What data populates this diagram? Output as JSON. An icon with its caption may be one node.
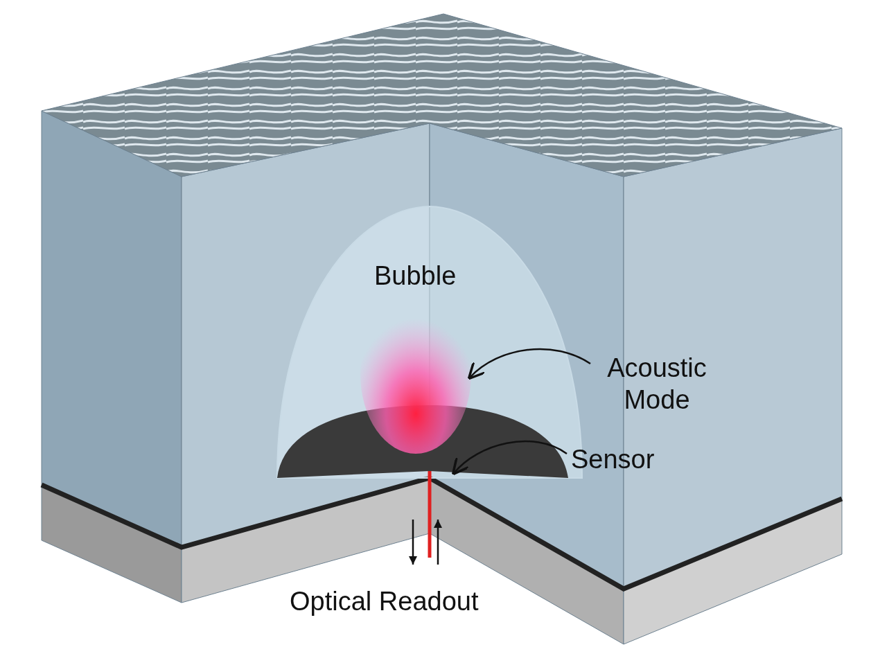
{
  "diagram": {
    "nodes": [
      {
        "text": [
          "Acoustic Mode"
        ]
      },
      {
        "text": [],
        "shape": "circle"
      },
      {
        "text": [
          "Sensor"
        ]
      },
      {
        "text": [],
        "shape": "circle"
      }
    ],
    "edges": [
      {
        "from": 0,
        "to": 1,
        "arrow": "to"
      },
      {
        "from": 2,
        "to": 3,
        "arrow": "to"
      }
    ],
    "labels": [
      "Bubble",
      "Optical Readout"
    ]
  }
}
